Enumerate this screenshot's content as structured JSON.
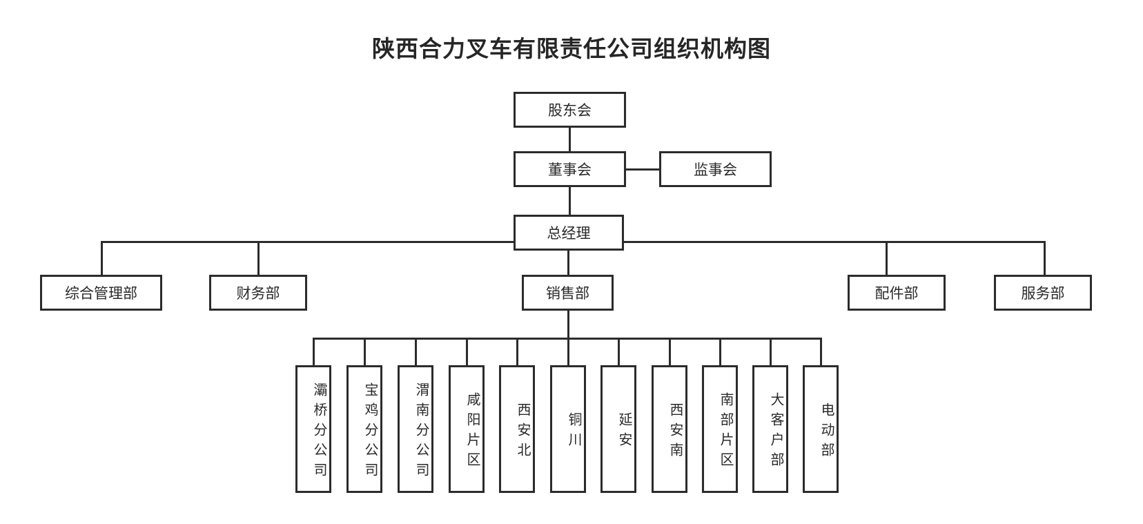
{
  "document": {
    "title": "陕西合力叉车有限责任公司组织机构图",
    "type": "organization-chart",
    "background_color": "#ffffff",
    "line_color": "#2b2b2b",
    "text_color": "#2a2a2a"
  },
  "nodes": {
    "shareholders": {
      "label": "股东会",
      "level": 1
    },
    "board": {
      "label": "董事会",
      "level": 2
    },
    "supervisors": {
      "label": "监事会",
      "level": 2
    },
    "general_manager": {
      "label": "总经理",
      "level": 3
    }
  },
  "departments": [
    {
      "id": "dept-general-admin",
      "label": "综合管理部"
    },
    {
      "id": "dept-finance",
      "label": "财务部"
    },
    {
      "id": "dept-sales",
      "label": "销售部"
    },
    {
      "id": "dept-parts",
      "label": "配件部"
    },
    {
      "id": "dept-service",
      "label": "服务部"
    }
  ],
  "sales_units": [
    {
      "id": "unit-baqiao",
      "label": "灞桥分公司"
    },
    {
      "id": "unit-baoji",
      "label": "宝鸡分公司"
    },
    {
      "id": "unit-weinan",
      "label": "渭南分公司"
    },
    {
      "id": "unit-xianyang",
      "label": "咸阳片区"
    },
    {
      "id": "unit-xian-north",
      "label": "西安北"
    },
    {
      "id": "unit-tongchuan",
      "label": "铜川"
    },
    {
      "id": "unit-yanan",
      "label": "延安"
    },
    {
      "id": "unit-xian-south",
      "label": "西安南"
    },
    {
      "id": "unit-south-area",
      "label": "南部片区"
    },
    {
      "id": "unit-key-accounts",
      "label": "大客户部"
    },
    {
      "id": "unit-electric",
      "label": "电动部"
    }
  ]
}
